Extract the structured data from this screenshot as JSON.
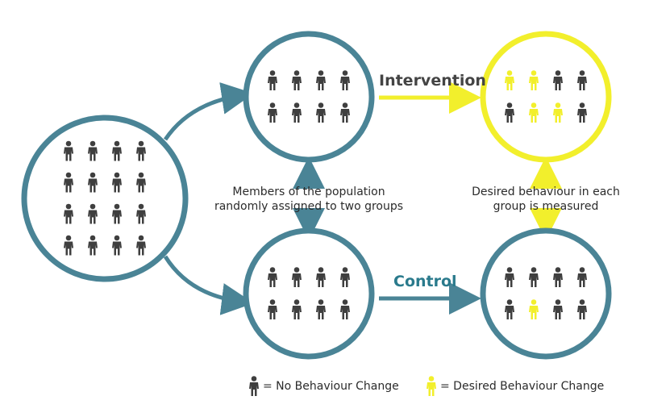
{
  "colors": {
    "teal": "#4a8496",
    "yellow": "#f2ef2c",
    "person_grey": "#3f3f3f",
    "person_yellow": "#f2ef2c",
    "control_text": "#2a7a8c",
    "intervention_text": "#444444"
  },
  "icons": {
    "person": "person-icon"
  },
  "labels": {
    "intervention": "Intervention",
    "control": "Control",
    "randomization_line1": "Members of the population",
    "randomization_line2": "randomly assigned to two groups",
    "measure_line1": "Desired behaviour in each",
    "measure_line2": "group is measured"
  },
  "legend": {
    "no_change": "= No Behaviour Change",
    "desired_change": "= Desired Behaviour Change"
  },
  "groups": [
    {
      "name": "population",
      "ring_color": "teal",
      "rows": [
        [
          "g",
          "g",
          "g",
          "g"
        ],
        [
          "g",
          "g",
          "g",
          "g"
        ],
        [
          "g",
          "g",
          "g",
          "g"
        ],
        [
          "g",
          "g",
          "g",
          "g"
        ]
      ]
    },
    {
      "name": "intervention-before",
      "ring_color": "teal",
      "rows": [
        [
          "g",
          "g",
          "g",
          "g"
        ],
        [
          "g",
          "g",
          "g",
          "g"
        ]
      ]
    },
    {
      "name": "control-before",
      "ring_color": "teal",
      "rows": [
        [
          "g",
          "g",
          "g",
          "g"
        ],
        [
          "g",
          "g",
          "g",
          "g"
        ]
      ]
    },
    {
      "name": "intervention-after",
      "ring_color": "yellow",
      "rows": [
        [
          "y",
          "y",
          "g",
          "g"
        ],
        [
          "g",
          "y",
          "y",
          "g"
        ]
      ]
    },
    {
      "name": "control-after",
      "ring_color": "teal",
      "rows": [
        [
          "g",
          "g",
          "g",
          "g"
        ],
        [
          "g",
          "y",
          "g",
          "g"
        ]
      ]
    }
  ]
}
